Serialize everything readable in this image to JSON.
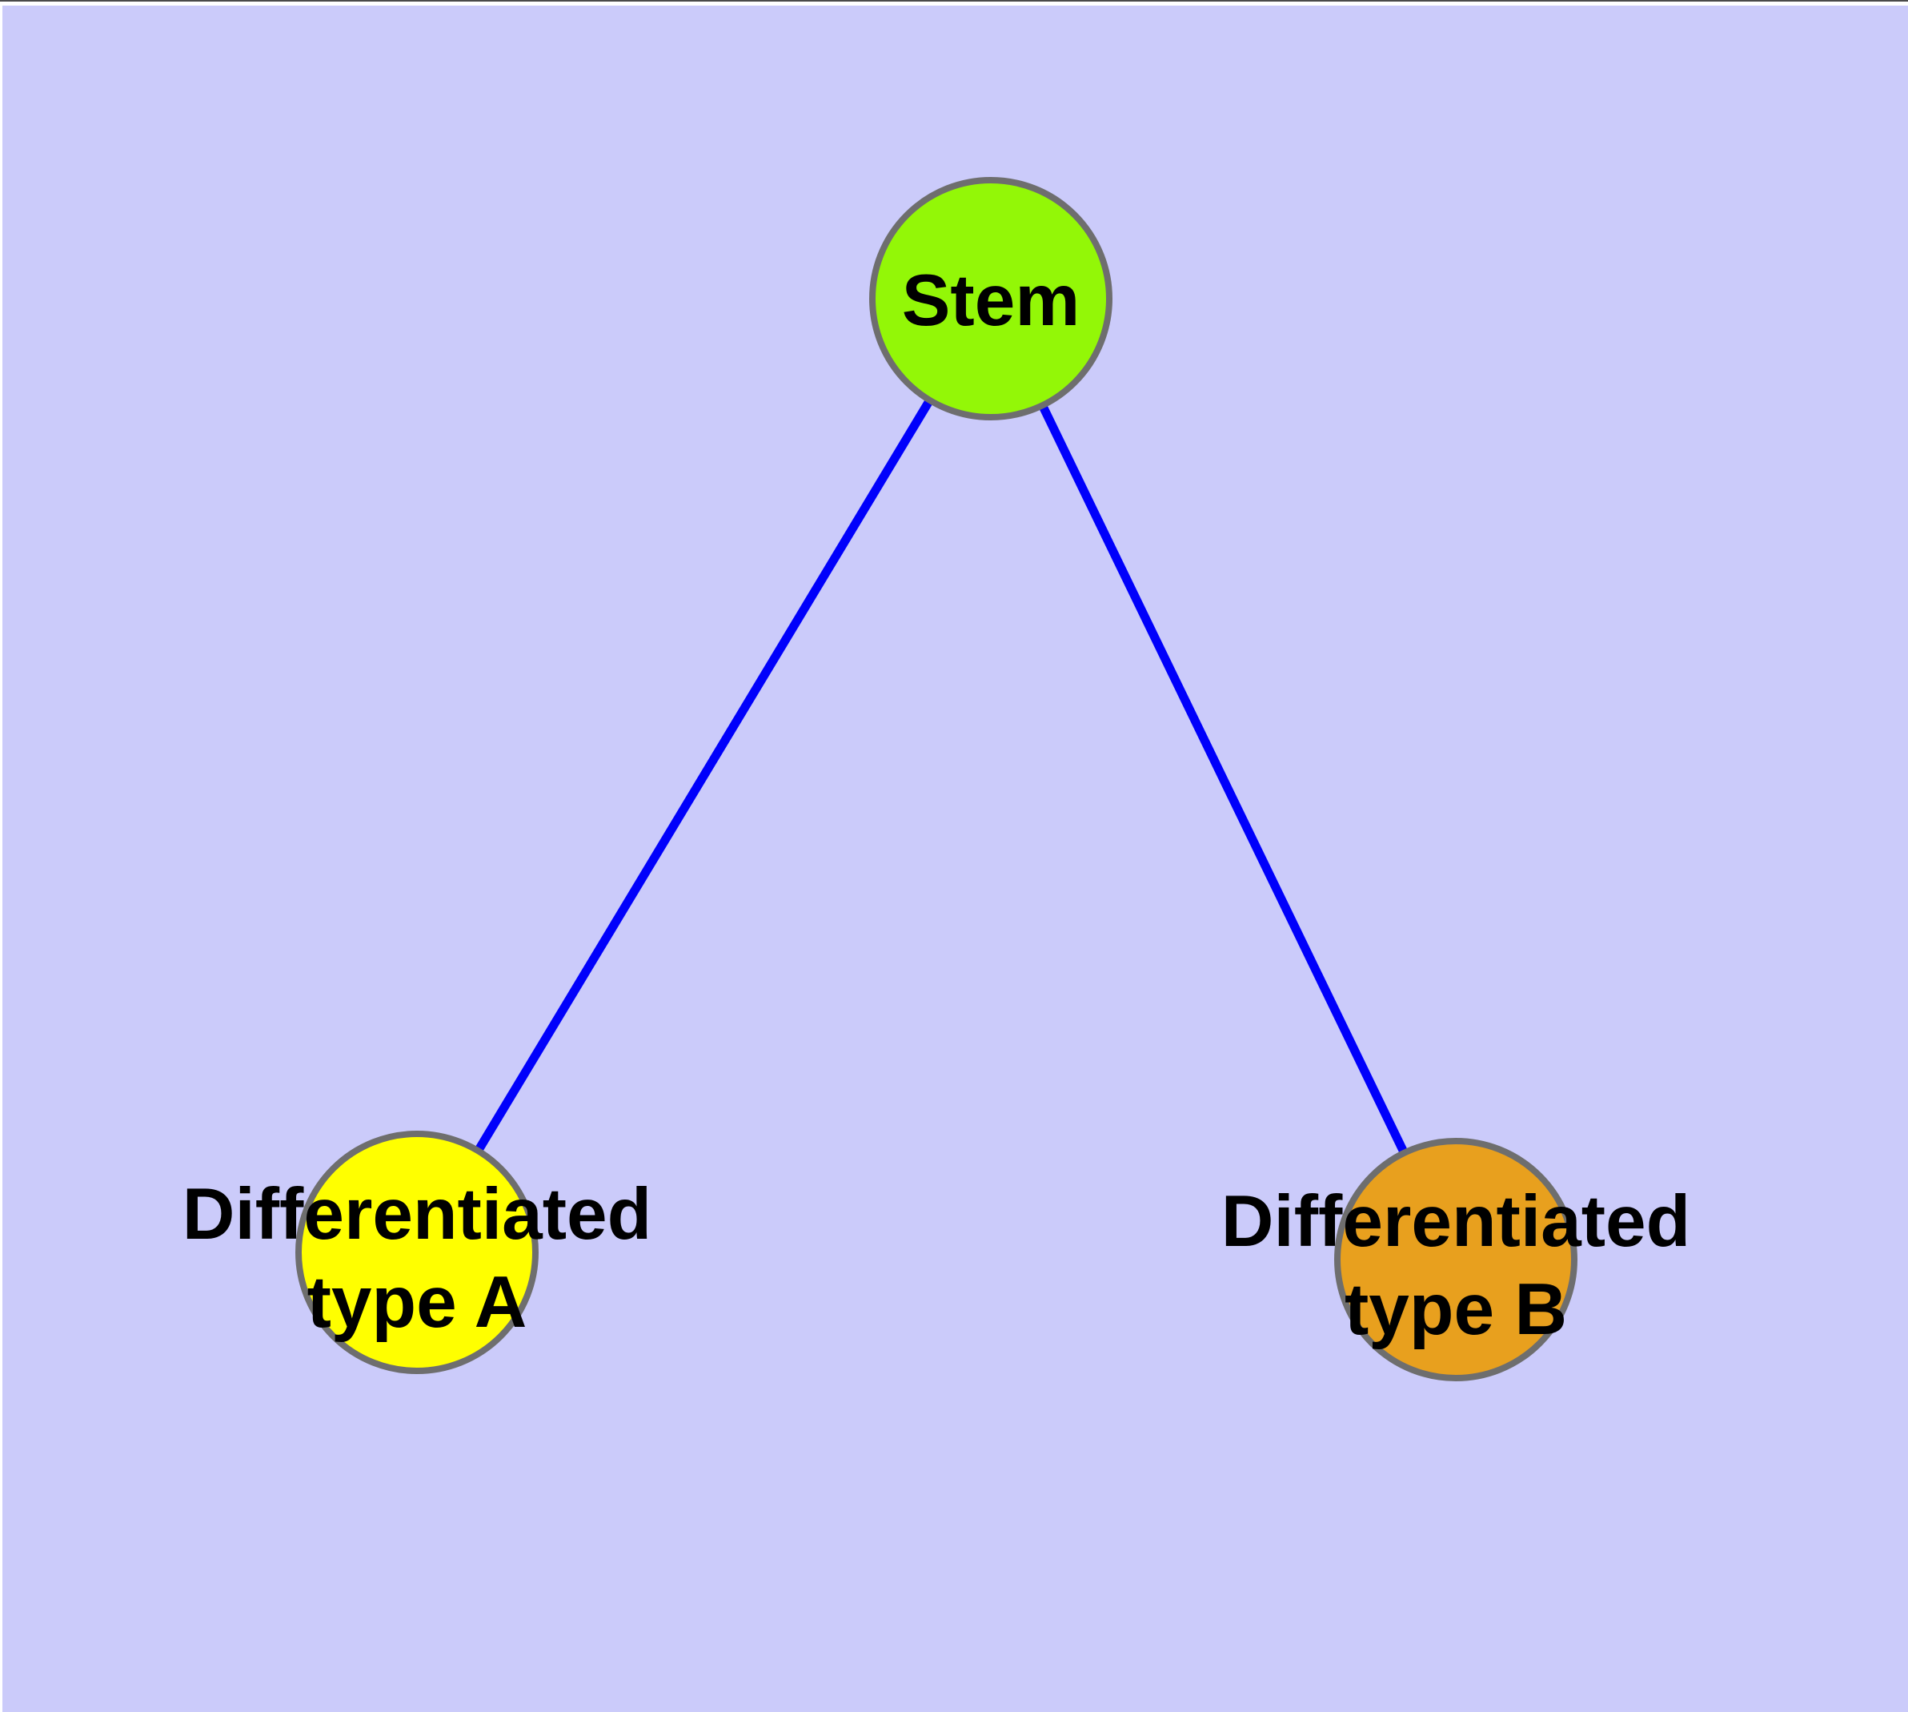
{
  "diagram": {
    "background_color": "#CBCBFA",
    "top_border_color": "#4A4A4A",
    "margin_color": "#FFFFFF",
    "label_color": "#000000",
    "edge_style": {
      "color": "#0000FB",
      "width": 11
    },
    "node_style": {
      "border_color": "#6E6E6E",
      "border_width": 8
    },
    "nodes": {
      "stem": {
        "label": "Stem",
        "fill": "#93F707"
      },
      "type_a": {
        "label_line1": "Differentiated",
        "label_line2": "type A",
        "label_full": "Differentiated type A",
        "fill": "#FFFF00"
      },
      "type_b": {
        "label_line1": "Differentiated",
        "label_line2": "type B",
        "label_full": "Differentiated type B",
        "fill": "#E8A01E"
      }
    },
    "edges": [
      {
        "from": "Stem",
        "to": "Differentiated type A"
      },
      {
        "from": "Stem",
        "to": "Differentiated type B"
      }
    ]
  }
}
